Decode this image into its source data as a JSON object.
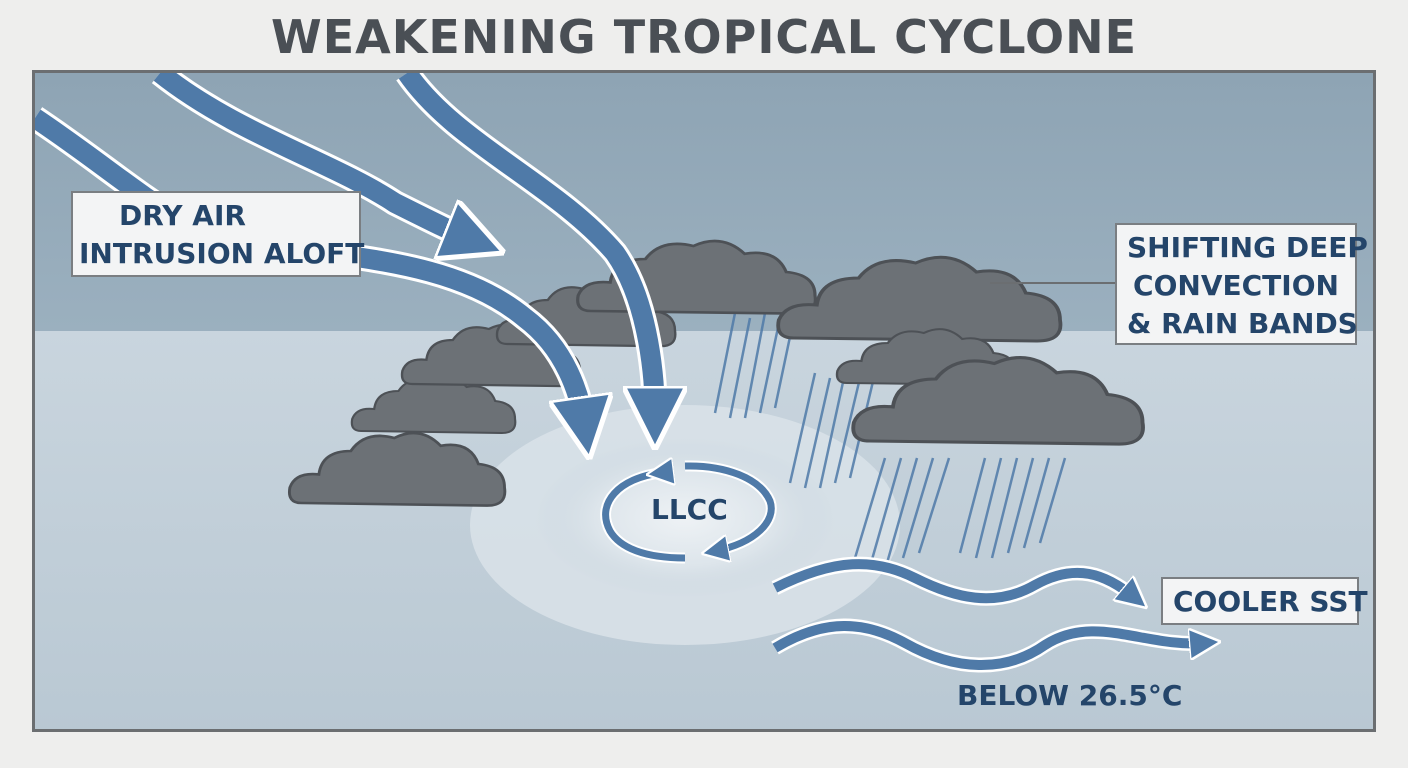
{
  "title": "WEAKENING TROPICAL CYCLONE",
  "labels": {
    "dry_air_line1": "DRY AIR",
    "dry_air_line2": "INTRUSION ALOFT",
    "convection_line1": "SHIFTING DEEP",
    "convection_line2": "CONVECTION",
    "convection_line3": "& RAIN BANDS",
    "llcc": "LLCC",
    "cooler_sst": "COOLER SST",
    "below_temp": "BELOW 26.5°C"
  },
  "colors": {
    "sky": "#94a9b8",
    "sea": "#c2d0da",
    "arrow": "#4f7aa8",
    "cloud": "#6c7176",
    "rain": "#4f7aa8",
    "text": "#24456a"
  }
}
